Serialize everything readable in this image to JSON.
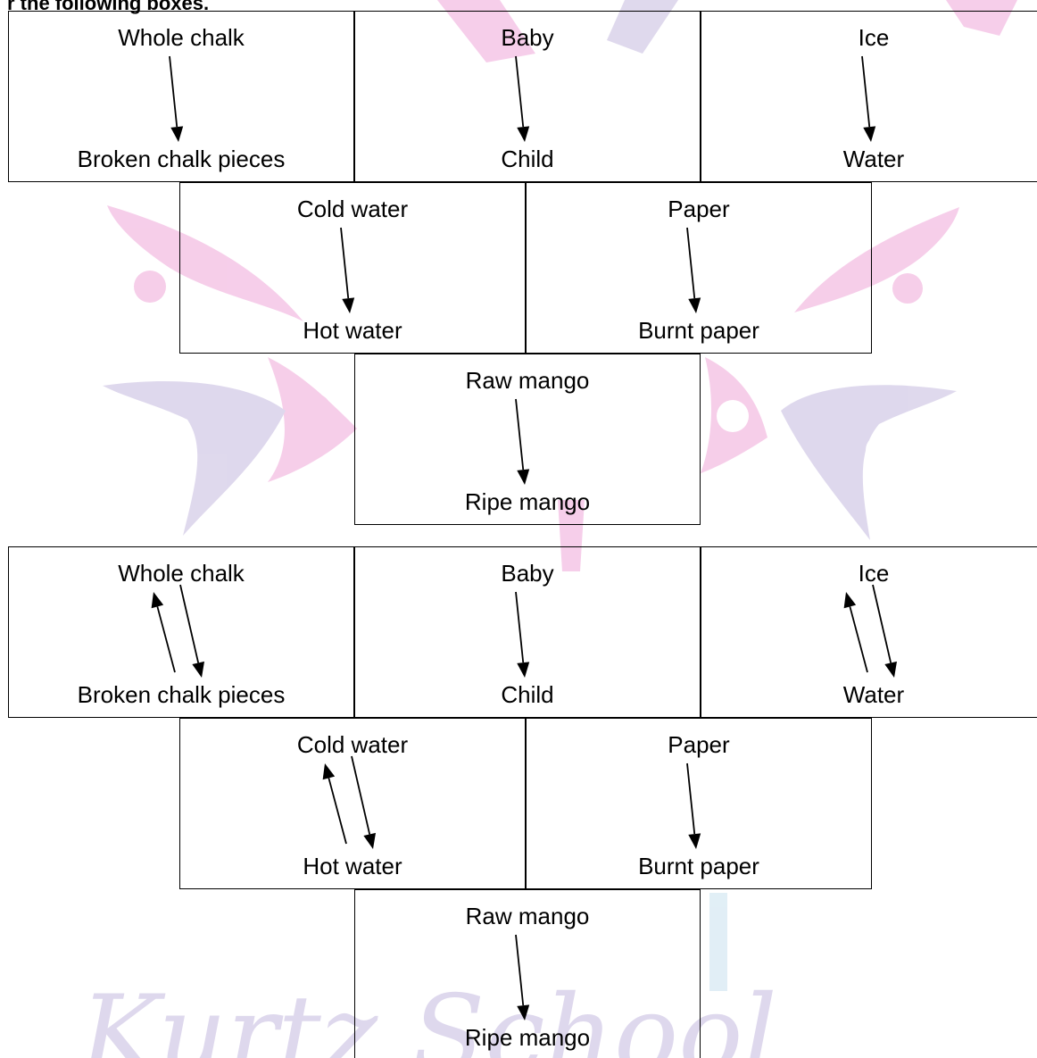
{
  "heading": "r the following boxes.",
  "watermark_text": "Kurtz School",
  "watermark_colors": {
    "pink": "#f5c6e6",
    "lavender": "#d9d2ea",
    "lightblue": "#dcecf5"
  },
  "arrow_color": "#000000",
  "diagrams": [
    {
      "boxes": [
        {
          "name": "box-whole-chalk",
          "from": "Whole chalk",
          "to": "Broken chalk pieces",
          "direction": "one-way"
        },
        {
          "name": "box-baby",
          "from": "Baby",
          "to": "Child",
          "direction": "one-way"
        },
        {
          "name": "box-ice",
          "from": "Ice",
          "to": "Water",
          "direction": "one-way"
        },
        {
          "name": "box-cold-water",
          "from": "Cold water",
          "to": "Hot water",
          "direction": "one-way"
        },
        {
          "name": "box-paper",
          "from": "Paper",
          "to": "Burnt paper",
          "direction": "one-way"
        },
        {
          "name": "box-raw-mango",
          "from": "Raw mango",
          "to": "Ripe mango",
          "direction": "one-way"
        }
      ]
    },
    {
      "boxes": [
        {
          "name": "box-whole-chalk",
          "from": "Whole chalk",
          "to": "Broken chalk pieces",
          "direction": "reversible"
        },
        {
          "name": "box-baby",
          "from": "Baby",
          "to": "Child",
          "direction": "one-way"
        },
        {
          "name": "box-ice",
          "from": "Ice",
          "to": "Water",
          "direction": "reversible"
        },
        {
          "name": "box-cold-water",
          "from": "Cold water",
          "to": "Hot water",
          "direction": "reversible"
        },
        {
          "name": "box-paper",
          "from": "Paper",
          "to": "Burnt paper",
          "direction": "one-way"
        },
        {
          "name": "box-raw-mango",
          "from": "Raw mango",
          "to": "Ripe mango",
          "direction": "one-way"
        }
      ]
    }
  ]
}
